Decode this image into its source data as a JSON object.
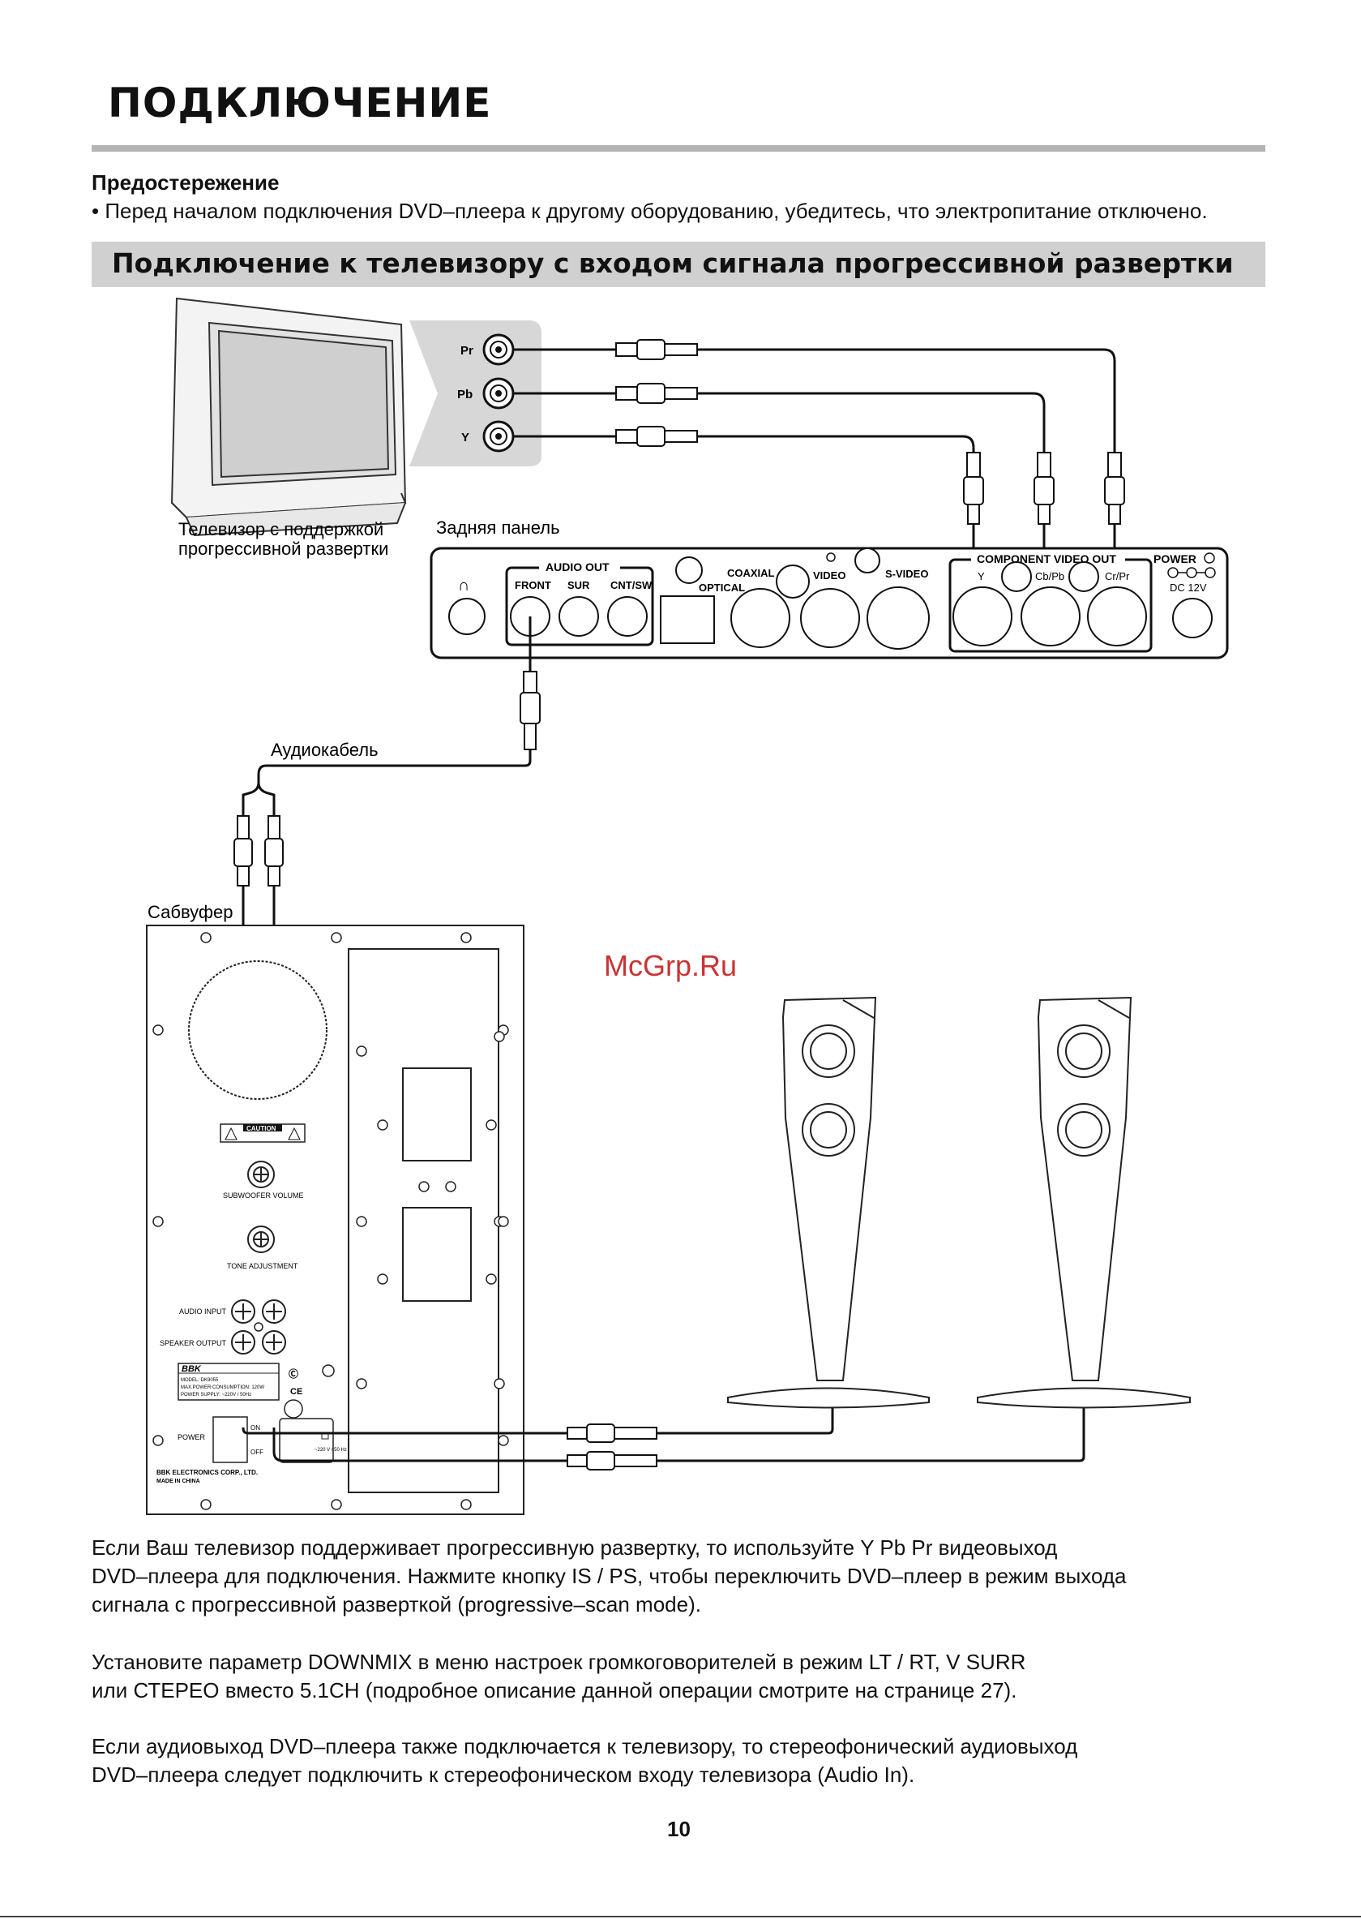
{
  "page": {
    "title": "ПОДКЛЮЧЕНИЕ",
    "page_number": "10",
    "watermark": "McGrp.Ru"
  },
  "caution": {
    "heading": "Предостережение",
    "text": "• Перед началом подключения DVD–плеера к другому оборудованию, убедитесь, что электропитание отключено."
  },
  "section": {
    "title": "Подключение к телевизору с входом сигнала прогрессивной развертки"
  },
  "diagram": {
    "tv_jacks": [
      "Pr",
      "Pb",
      "Y"
    ],
    "tv_caption_line1": "Телевизор с поддержкой",
    "tv_caption_line2": "прогрессивной развертки",
    "rear_panel_caption": "Задняя панель",
    "audio_out_label": "AUDIO OUT",
    "audio_out_jacks": [
      "FRONT",
      "SUR",
      "CNT/SW"
    ],
    "coaxial_label": "COAXIAL",
    "optical_label": "OPTICAL",
    "video_label": "VIDEO",
    "svideo_label": "S-VIDEO",
    "component_label": "COMPONENT VIDEO OUT",
    "component_jacks": [
      "Y",
      "Cb/Pb",
      "Cr/Pr"
    ],
    "power_label": "POWER",
    "dc_label": "DC 12V",
    "audio_cable_caption": "Аудиокабель",
    "subwoofer_caption": "Сабвуфер",
    "subwoofer_panel": {
      "caution_badge": "CAUTION",
      "volume_label": "SUBWOOFER VOLUME",
      "tone_label": "TONE ADJUSTMENT",
      "audio_input_label": "AUDIO INPUT",
      "speaker_output_label": "SPEAKER OUTPUT",
      "brand": "BBK",
      "model_line1": "MODEL: DK9055",
      "model_line2": "MAX.POWER CONSUMPTION: 120W",
      "model_line3": "POWER SUPPLY: ~220V / 50Hz",
      "power_label": "POWER",
      "on_label": "ON",
      "off_label": "OFF",
      "mains_label": "~220 V / 50 Hz",
      "maker_line1": "BBK ELECTRONICS CORP., LTD.",
      "maker_line2": "MADE IN CHINA"
    }
  },
  "body": {
    "p1_line1": "Если Ваш телевизор поддерживает прогрессивную развертку, то используйте Y Pb Pr видеовыход",
    "p1_line2": "DVD–плеера для подключения. Нажмите кнопку IS / PS, чтобы переключить DVD–плеер в режим выхода",
    "p1_line3": "сигнала с прогрессивной разверткой (progressive–scan mode).",
    "p2_line1": "Установите параметр DOWNMIX в меню настроек громкоговорителей в режим LT / RT, V SURR",
    "p2_line2": "или СТЕРЕО вместо 5.1CH (подробное описание данной операции смотрите на странице 27).",
    "p3_line1": "Если аудиовыход DVD–плеера также подключается к телевизору, то стереофонический аудиовыход",
    "p3_line2": "DVD–плеера следует подключить к стереофоническом входу телевизора (Audio In)."
  }
}
